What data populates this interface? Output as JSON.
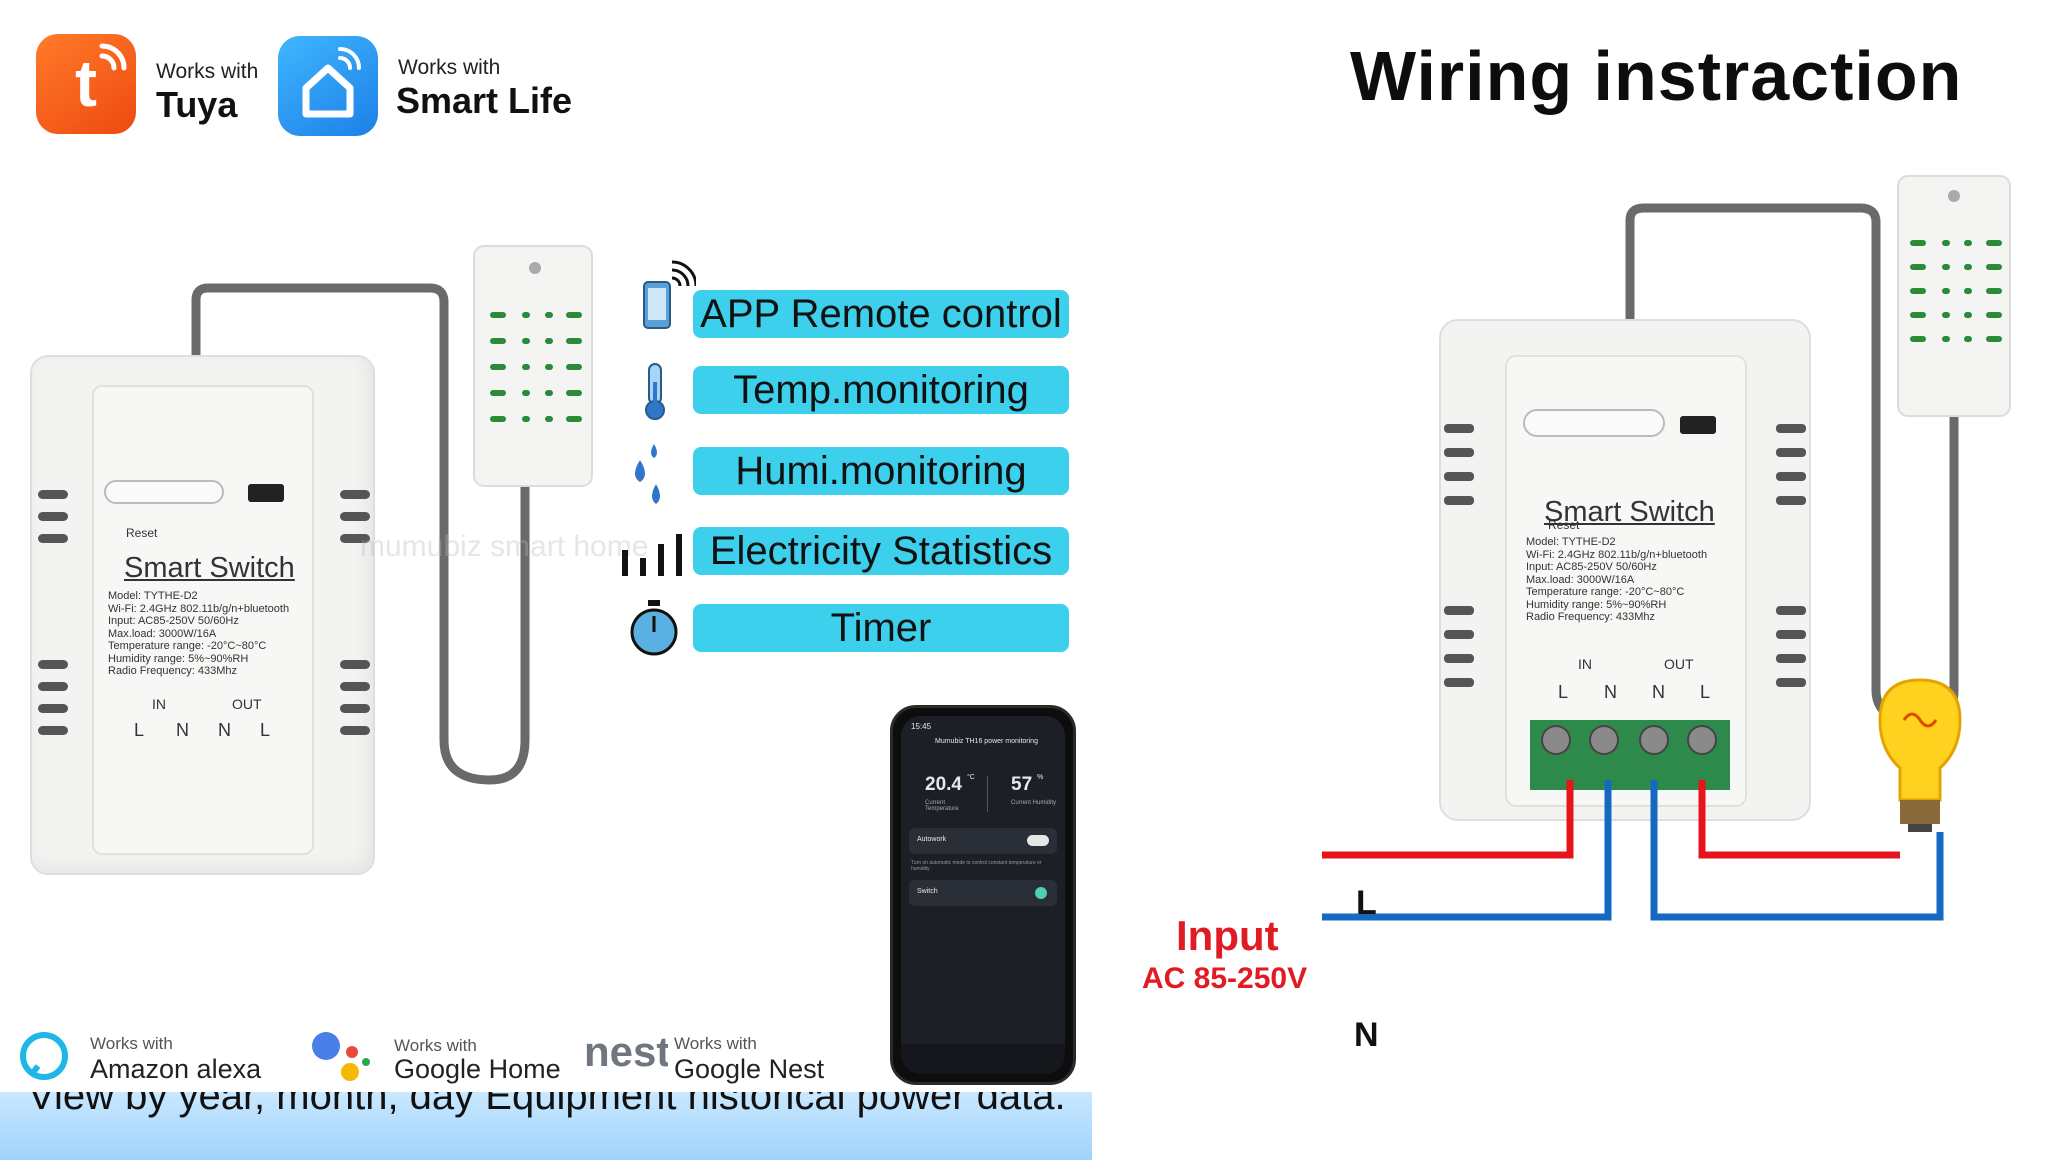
{
  "badges": {
    "tuya": {
      "works_with": "Works with",
      "name": "Tuya",
      "color": "#F05A1A"
    },
    "smart_life": {
      "works_with": "Works with",
      "name": "Smart Life",
      "color": "#2A93F0"
    }
  },
  "title": "Wiring instraction",
  "device_label": {
    "reset": "Reset",
    "name": "Smart Switch",
    "specs": [
      "Model: TYTHE-D2",
      "Wi-Fi: 2.4GHz 802.11b/g/n+bluetooth",
      "Input: AC85-250V 50/60Hz",
      "Max.load: 3000W/16A",
      "Temperature range: -20°C~80°C",
      "Humidity range: 5%~90%RH",
      "Radio Frequency: 433Mhz"
    ],
    "in": "IN",
    "out": "OUT",
    "terminals": [
      "L",
      "N",
      "N",
      "L"
    ]
  },
  "features": [
    {
      "label": "APP Remote control",
      "icon": "phone-remote-icon"
    },
    {
      "label": "Temp.monitoring",
      "icon": "thermometer-icon"
    },
    {
      "label": "Humi.monitoring",
      "icon": "water-drops-icon"
    },
    {
      "label": "Electricity Statistics",
      "icon": "bar-chart-icon"
    },
    {
      "label": "Timer",
      "icon": "stopwatch-icon"
    }
  ],
  "watermark": "mumubiz smart home",
  "phone": {
    "time": "15:45",
    "header": "Mumubiz TH16 power monitoring",
    "temp_value": "20.4",
    "temp_unit": "°C",
    "temp_label": "Current Temperature",
    "hum_value": "57",
    "hum_unit": "%",
    "hum_label": "Current Humidity",
    "autowork": "Autowork",
    "autowork_desc": "Turn on automatic mode to control constant temperature or humidity",
    "switch": "Switch"
  },
  "partners": [
    {
      "works_with": "Works with",
      "name": "Amazon alexa",
      "icon": "alexa-icon"
    },
    {
      "works_with": "Works with",
      "name": "Google Home",
      "icon": "google-assistant-icon"
    },
    {
      "works_with": "Works with",
      "name": "Google Nest",
      "logo": "nest"
    }
  ],
  "strip_text": "View by year, month, day Equipment historical power data.",
  "wiring": {
    "l_label": "L",
    "n_label": "N",
    "input": "Input",
    "ac_range": "AC 85-250V",
    "live_color": "#E8141C",
    "neutral_color": "#1569C0"
  }
}
